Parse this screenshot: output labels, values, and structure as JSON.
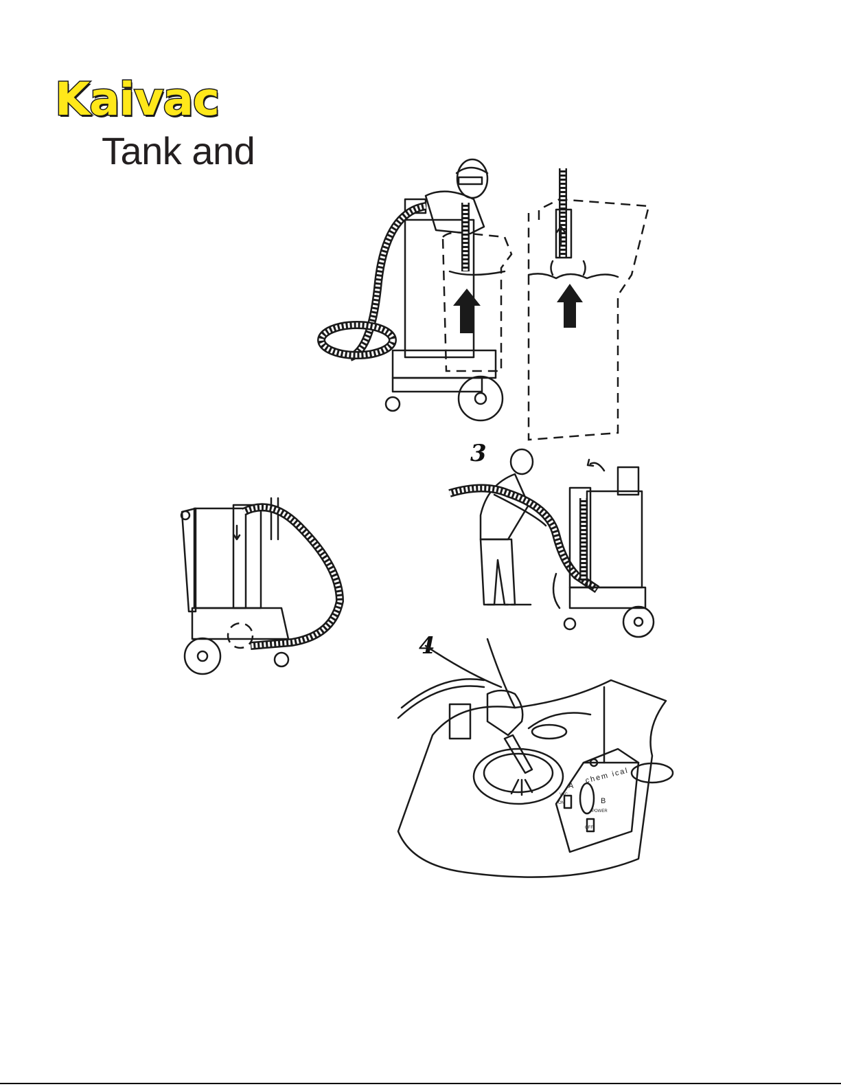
{
  "header": {
    "brand": "Kaivac",
    "title": "Tank and"
  },
  "steps": [
    {
      "number": "3"
    },
    {
      "number": "4"
    }
  ],
  "panel_labels": {
    "chemical": "chem ical",
    "label_a": "A",
    "label_b": "B",
    "vac": "VAC",
    "on": "ON",
    "off": "OFF",
    "power": "POWER"
  },
  "colors": {
    "brand_fill": "#ffe81a",
    "brand_outline": "#1a1a1a",
    "ink": "#1a1a1a"
  }
}
